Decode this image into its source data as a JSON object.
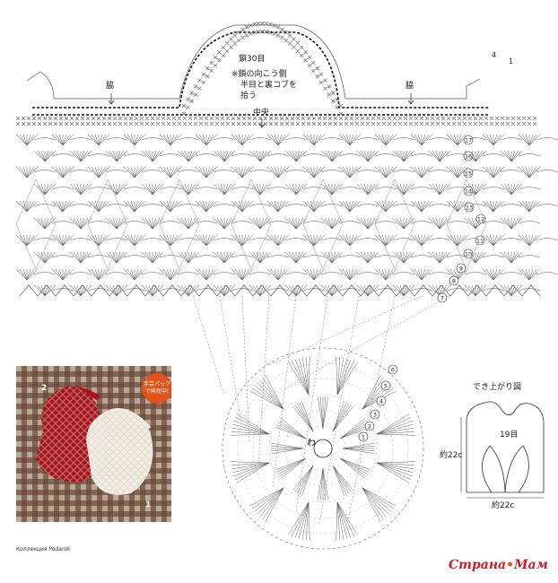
{
  "handle_label": "鎖30目",
  "note_lines": [
    "※鎖の向こう側",
    "半目と裏コブを",
    "拾う"
  ],
  "side_label": "脇",
  "center_label": "中央",
  "edge_numbers": [
    "4",
    "1"
  ],
  "row_numbers": [
    "17",
    "16",
    "15",
    "14",
    "13",
    "12",
    "11",
    "10",
    "9",
    "8",
    "7"
  ],
  "round_numbers": [
    "6",
    "5",
    "4",
    "3",
    "2",
    "1"
  ],
  "magic_ring": "わ",
  "finished": {
    "title": "でき上がり図",
    "stitches": "19目",
    "height": "約22c",
    "width": "約22c"
  },
  "photo": {
    "badge": "手芸パックで発売中!",
    "bag_numbers": [
      "2",
      "1"
    ],
    "colors": {
      "red_bag": "#a3161c",
      "white_bag": "#f1ede2",
      "cloth": "#8a6a58",
      "check": "#c9c2b8"
    }
  },
  "credit": "Коллекция Podarok",
  "watermark": {
    "part1": "Страна",
    "dot": " ",
    "part2": "Мам"
  }
}
